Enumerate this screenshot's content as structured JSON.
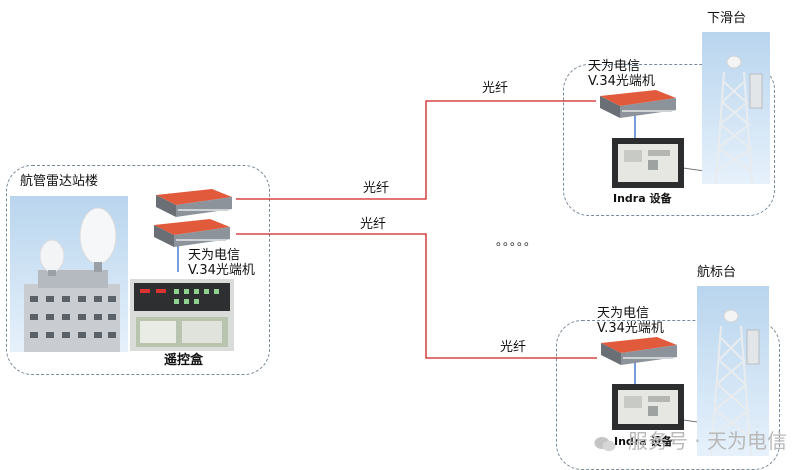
{
  "diagram": {
    "left_site": {
      "title": "航管雷达站楼",
      "device_label_line1": "天为电信",
      "device_label_line2": "V.34光端机",
      "remote_box_label": "遥控盒"
    },
    "links": [
      {
        "label": "光纤"
      },
      {
        "label": "光纤"
      },
      {
        "label": "光纤"
      },
      {
        "label": "光纤"
      }
    ],
    "ellipsis": "。。。。。",
    "site_top": {
      "title": "下滑台",
      "device_label_line1": "天为电信",
      "device_label_line2": "V.34光端机",
      "equipment_label": "Indra 设备"
    },
    "site_bottom": {
      "title": "航标台",
      "device_label_line1": "天为电信",
      "device_label_line2": "V.34光端机",
      "equipment_label": "Indra 设备"
    },
    "watermark": {
      "text": "服务号 · 天为电信"
    },
    "colors": {
      "fiber_line": "#d02020",
      "dashed_border": "#7a8a99",
      "ethernet_line": "#4a7fd0"
    }
  }
}
